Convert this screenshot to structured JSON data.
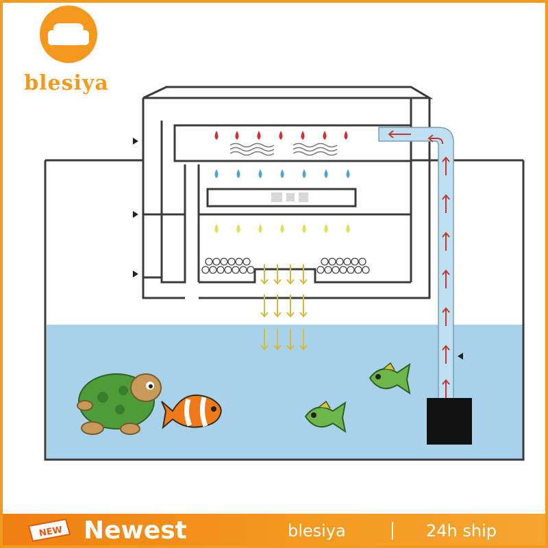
{
  "brand": {
    "name": "blesiya",
    "accent_color": "#f39a1e",
    "logo_icon": "sofa-icon"
  },
  "banner": {
    "badge": "NEW",
    "headline": "Newest",
    "brand": "blesiya",
    "shipping": "24h ship",
    "badge_icon": "new-tag-icon"
  },
  "diagram": {
    "water_color": "#a8d2ea",
    "tank_outline_color": "#3a3a3a",
    "pipe_fill_color": "#bfe0f3",
    "arrow_color_up": "#c0392b",
    "arrow_color_down": "#e4c53a",
    "drop_colors": [
      "#c8323a",
      "#4aa6d6",
      "#e9df45"
    ],
    "icons": [
      "turtle-icon",
      "clownfish-icon",
      "green-fish-icon",
      "green-fish-icon",
      "pump-icon"
    ]
  }
}
